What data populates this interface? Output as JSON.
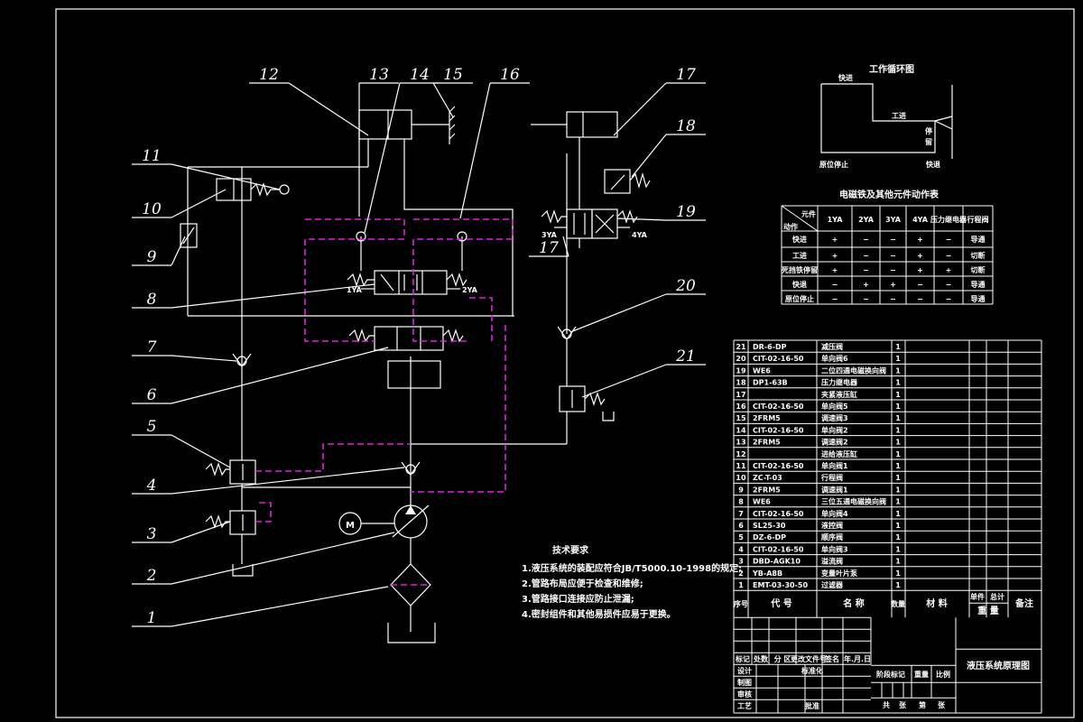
{
  "component_labels": [
    "1",
    "2",
    "3",
    "4",
    "5",
    "6",
    "7",
    "8",
    "9",
    "10",
    "11",
    "12",
    "13",
    "14",
    "15",
    "16",
    "17",
    "18",
    "19",
    "17",
    "20",
    "21"
  ],
  "symbols": {
    "motor": "M",
    "sol_1": "1YA",
    "sol_2": "2YA",
    "sol_3": "3YA",
    "sol_4": "4YA"
  },
  "colors": {
    "background": "#000000",
    "lines": "#ffffff",
    "pilot_lines": "#e020e0"
  },
  "cycle_diagram": {
    "title": "工作循环图",
    "fast_forward": "快进",
    "work_feed": "工进",
    "dwell": [
      "停",
      "留"
    ],
    "fast_return": "快退",
    "home_stop": "原位停止"
  },
  "action_table": {
    "title": "电磁铁及其他元件动作表",
    "corner_top": "元件",
    "corner_bottom": "动作",
    "columns": [
      "1YA",
      "2YA",
      "3YA",
      "4YA",
      "压力继电器",
      "行程阀"
    ],
    "rows": [
      {
        "action": "快进",
        "cells": [
          "+",
          "−",
          "−",
          "+",
          "−",
          "导通"
        ]
      },
      {
        "action": "工进",
        "cells": [
          "+",
          "−",
          "−",
          "+",
          "−",
          "切断"
        ]
      },
      {
        "action": "死挡铁停留",
        "cells": [
          "+",
          "−",
          "−",
          "+",
          "+",
          "切断"
        ]
      },
      {
        "action": "快退",
        "cells": [
          "−",
          "+",
          "+",
          "−",
          "−",
          "导通"
        ]
      },
      {
        "action": "原位停止",
        "cells": [
          "−",
          "−",
          "−",
          "−",
          "−",
          "导通"
        ]
      }
    ]
  },
  "tech_requirements": {
    "title": "技术要求",
    "items": [
      "1.液压系统的装配应符合JB/T5000.10-1998的规定;",
      "2.管路布局应便于检查和维修;",
      "3.管路接口连接应防止泄漏;",
      "4.密封组件和其他易损件应易于更换。"
    ]
  },
  "parts_list": {
    "rows": [
      {
        "no": "21",
        "code": "DR-6-DP",
        "name": "减压阀",
        "qty": "1"
      },
      {
        "no": "20",
        "code": "CIT-02-16-50",
        "name": "单向阀6",
        "qty": "1"
      },
      {
        "no": "19",
        "code": "WE6",
        "name": "二位四通电磁换向阀",
        "qty": "1"
      },
      {
        "no": "18",
        "code": "DP1-63B",
        "name": "压力继电器",
        "qty": "1"
      },
      {
        "no": "17",
        "code": "",
        "name": "夹紧液压缸",
        "qty": "1"
      },
      {
        "no": "16",
        "code": "CIT-02-16-50",
        "name": "单向阀5",
        "qty": "1"
      },
      {
        "no": "15",
        "code": "2FRM5",
        "name": "调速阀3",
        "qty": "1"
      },
      {
        "no": "14",
        "code": "CIT-02-16-50",
        "name": "单向阀2",
        "qty": "1"
      },
      {
        "no": "13",
        "code": "2FRM5",
        "name": "调速阀2",
        "qty": "1"
      },
      {
        "no": "12",
        "code": "",
        "name": "进给液压缸",
        "qty": "1"
      },
      {
        "no": "11",
        "code": "CIT-02-16-50",
        "name": "单向阀1",
        "qty": "1"
      },
      {
        "no": "10",
        "code": "ZC-T-03",
        "name": "行程阀",
        "qty": "1"
      },
      {
        "no": "9",
        "code": "2FRM5",
        "name": "调速阀1",
        "qty": "1"
      },
      {
        "no": "8",
        "code": "WE6",
        "name": "三位五通电磁换向阀",
        "qty": "1"
      },
      {
        "no": "7",
        "code": "CIT-02-16-50",
        "name": "单向阀4",
        "qty": "1"
      },
      {
        "no": "6",
        "code": "SL25-30",
        "name": "液控阀",
        "qty": "1"
      },
      {
        "no": "5",
        "code": "DZ-6-DP",
        "name": "顺序阀",
        "qty": "1"
      },
      {
        "no": "4",
        "code": "CIT-02-16-50",
        "name": "单向阀3",
        "qty": "1"
      },
      {
        "no": "3",
        "code": "DBD-AGK10",
        "name": "溢流阀",
        "qty": "1"
      },
      {
        "no": "2",
        "code": "YB-A8B",
        "name": "变量叶片泵",
        "qty": "1"
      },
      {
        "no": "1",
        "code": "EMT-03-30-50",
        "name": "过滤器",
        "qty": "1"
      }
    ],
    "header": {
      "no": "序号",
      "code": "代  号",
      "name": "名   称",
      "qty": "数量",
      "material": "材  料",
      "unit": "单件",
      "total": "总计",
      "weight": "重 量",
      "remark": "备注"
    }
  },
  "title_block": {
    "revision_headers": [
      "标记",
      "处数",
      "分 区",
      "更改文件号",
      "签名",
      "年.月.日"
    ],
    "design": "设计",
    "standardization": "标准化",
    "drawing": "制图",
    "review": "审核",
    "process": "工艺",
    "approve": "批准",
    "stage_mark": "阶段标记",
    "weight": "重量",
    "scale": "比例",
    "sheets": [
      "共",
      "张",
      "第",
      "张"
    ],
    "drawing_title": "液压系统原理图"
  }
}
